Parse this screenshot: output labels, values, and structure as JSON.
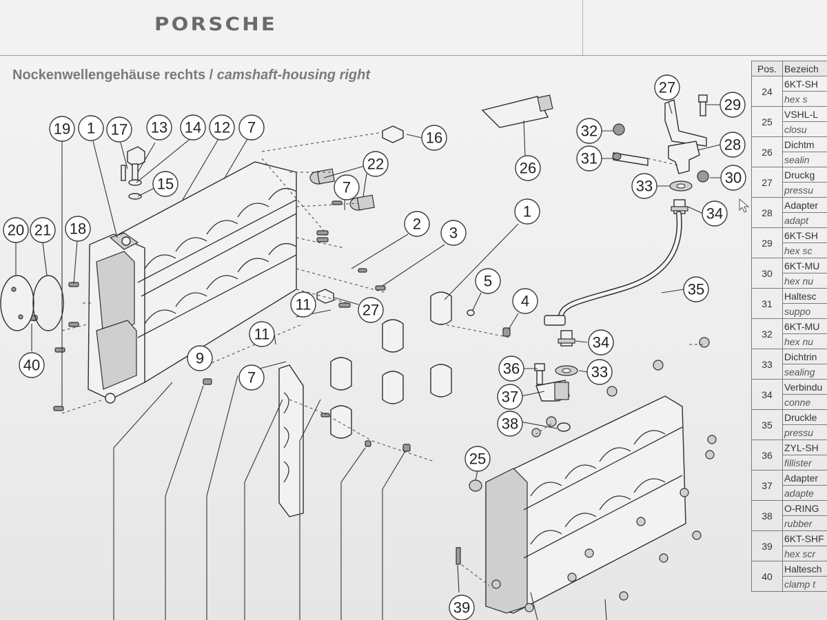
{
  "header": {
    "brand": "PORSCHE"
  },
  "title": {
    "de": "Nockenwellengehäuse rechts / ",
    "en": "camshaft-housing right"
  },
  "callouts": {
    "c19": "19",
    "c1a": "1",
    "c17": "17",
    "c13": "13",
    "c14": "14",
    "c12": "12",
    "c7a": "7",
    "c16": "16",
    "c26": "26",
    "c27a": "27",
    "c29": "29",
    "c32": "32",
    "c28": "28",
    "c31": "31",
    "c33a": "33",
    "c30": "30",
    "c34a": "34",
    "c15": "15",
    "c22": "22",
    "c7b": "7",
    "c20": "20",
    "c21": "21",
    "c18": "18",
    "c2": "2",
    "c3": "3",
    "c1b": "1",
    "c35": "35",
    "c5": "5",
    "c4": "4",
    "c27b": "27",
    "c11a": "11",
    "c11b": "11",
    "c9": "9",
    "c7c": "7",
    "c40": "40",
    "c34b": "34",
    "c36": "36",
    "c33b": "33",
    "c37": "37",
    "c38": "38",
    "c25": "25",
    "c39": "39"
  },
  "parts_table": {
    "header": {
      "pos": "Pos.",
      "desc": "Bezeich"
    },
    "rows": [
      {
        "pos": "24",
        "de": "6KT-SH",
        "en": "hex s"
      },
      {
        "pos": "25",
        "de": "VSHL-L",
        "en": "closu"
      },
      {
        "pos": "26",
        "de": "Dichtm",
        "en": "sealin"
      },
      {
        "pos": "27",
        "de": "Druckg",
        "en": "pressu"
      },
      {
        "pos": "28",
        "de": "Adapter",
        "en": "adapt"
      },
      {
        "pos": "29",
        "de": "6KT-SH",
        "en": "hex sc"
      },
      {
        "pos": "30",
        "de": "6KT-MU",
        "en": "hex nu"
      },
      {
        "pos": "31",
        "de": "Haltesc",
        "en": "suppo"
      },
      {
        "pos": "32",
        "de": "6KT-MU",
        "en": "hex nu"
      },
      {
        "pos": "33",
        "de": "Dichtrin",
        "en": "sealing"
      },
      {
        "pos": "34",
        "de": "Verbindu",
        "en": "conne"
      },
      {
        "pos": "35",
        "de": "Druckle",
        "en": "pressu"
      },
      {
        "pos": "36",
        "de": "ZYL-SH",
        "en": "fillister"
      },
      {
        "pos": "37",
        "de": "Adapter",
        "en": "adapte"
      },
      {
        "pos": "38",
        "de": "O-RING",
        "en": "rubber"
      },
      {
        "pos": "39",
        "de": "6KT-SHF",
        "en": "hex scr"
      },
      {
        "pos": "40",
        "de": "Haltesch",
        "en": "clamp t"
      }
    ]
  }
}
